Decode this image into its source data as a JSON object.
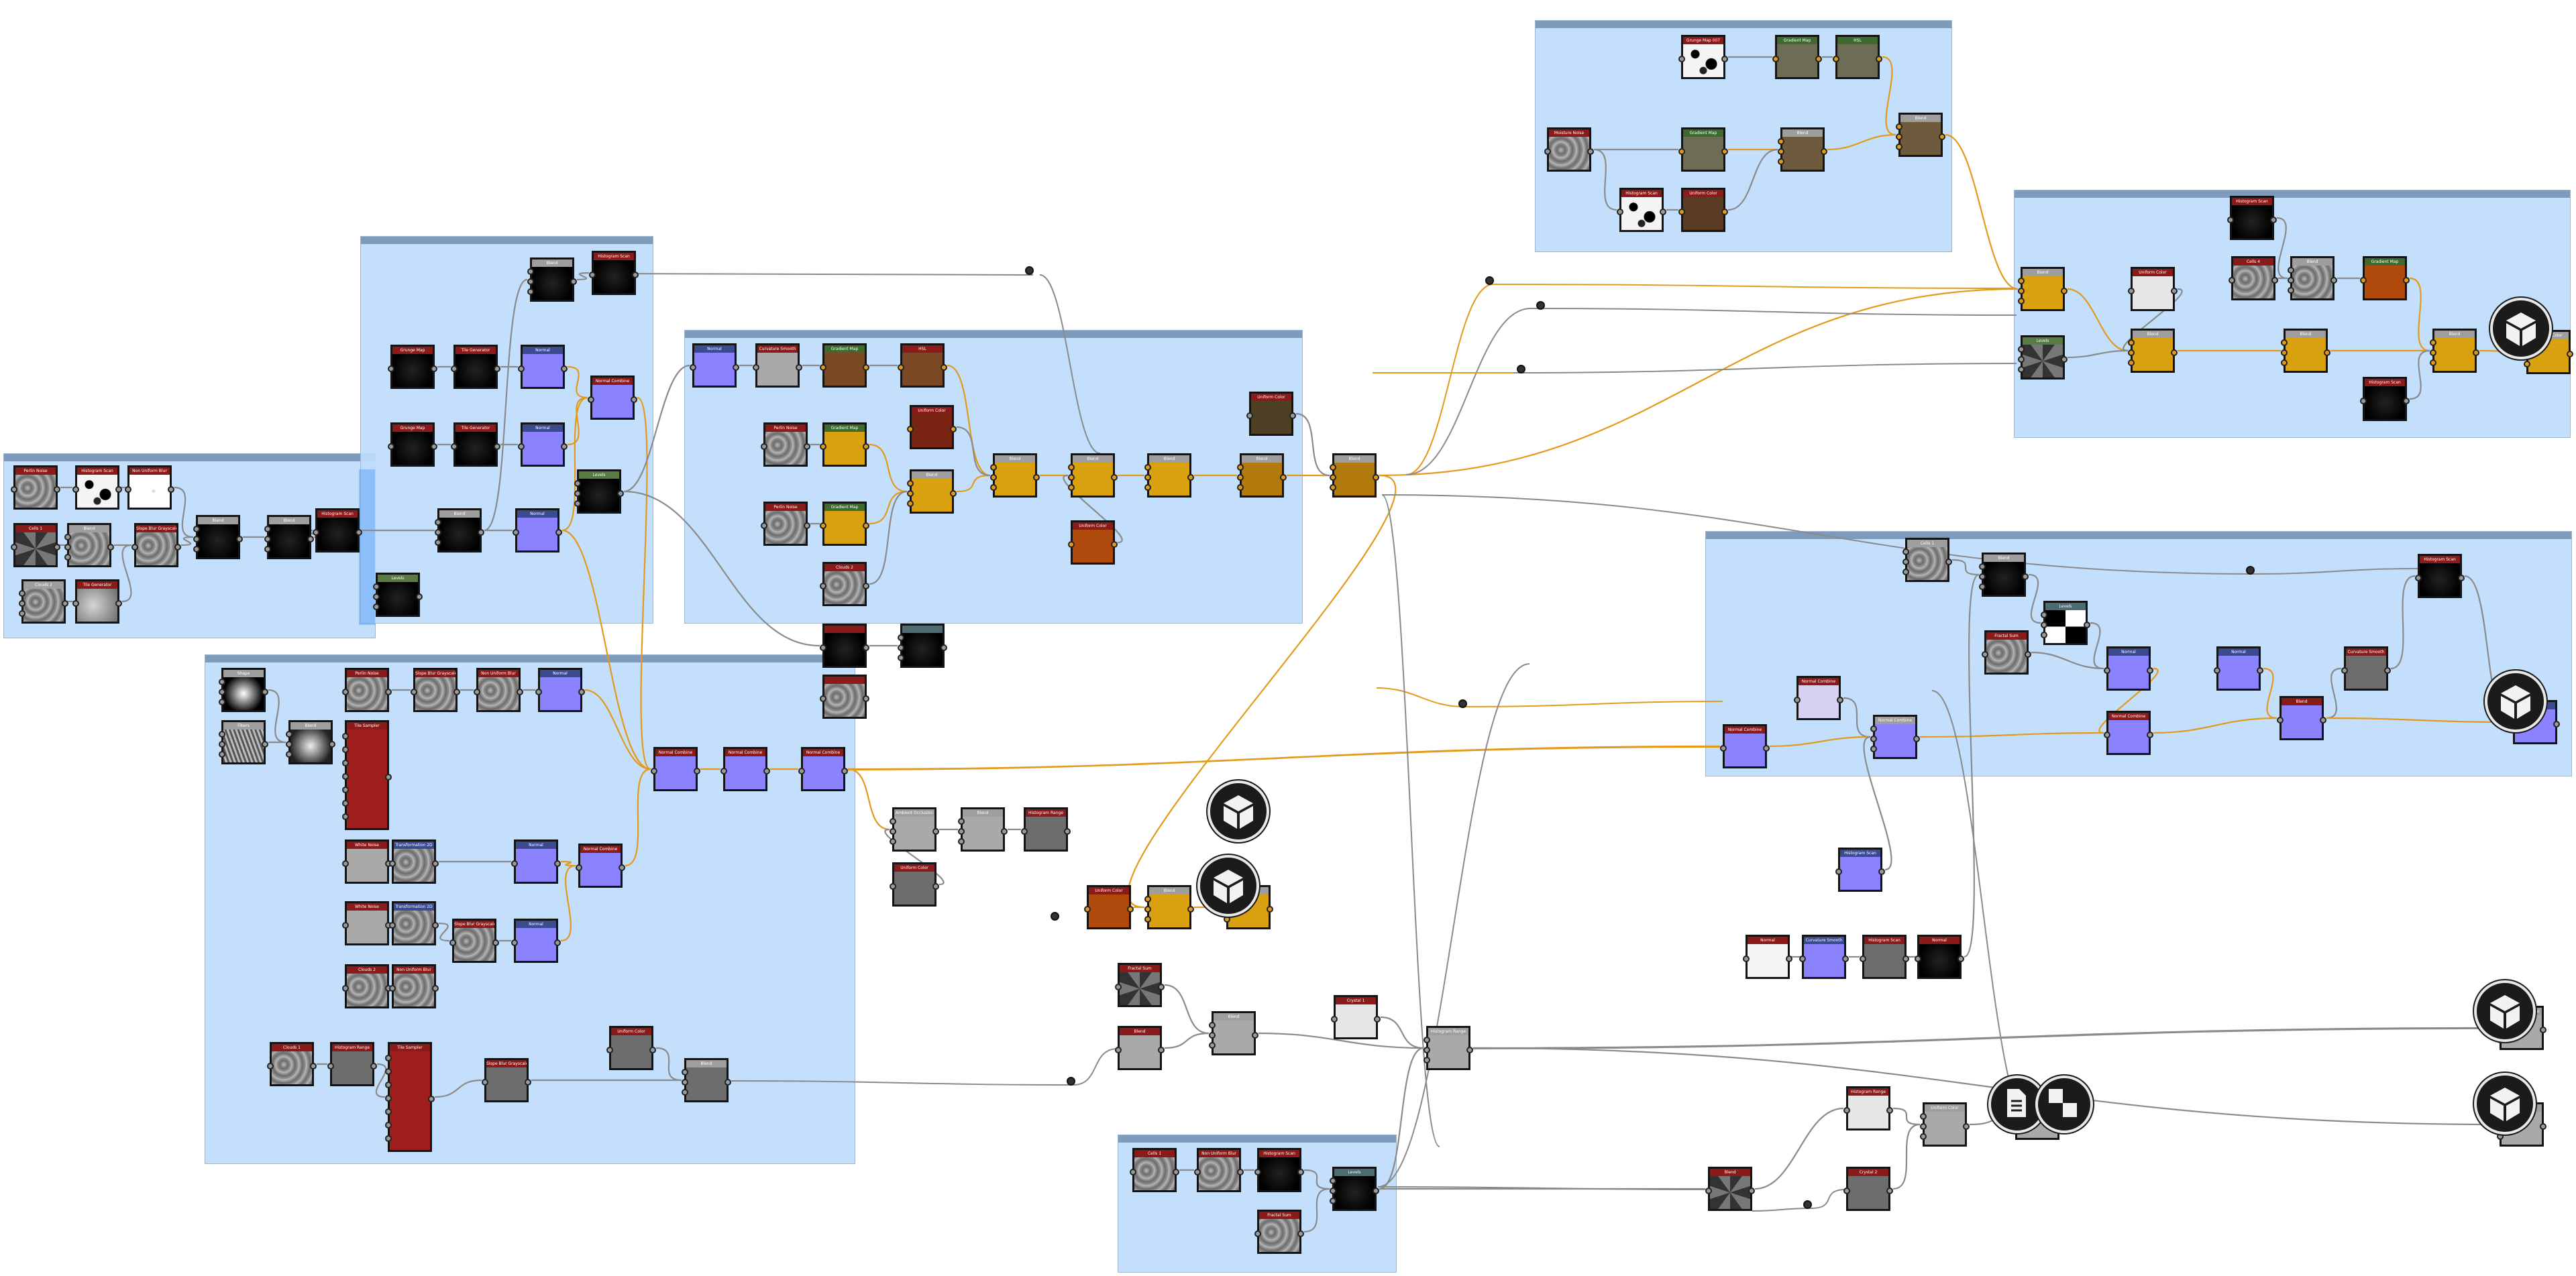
{
  "app": {
    "title": "Substance Designer graph"
  },
  "frames": [
    {
      "id": "f1",
      "title": ""
    },
    {
      "id": "f2",
      "title": ""
    },
    {
      "id": "f3",
      "title": ""
    },
    {
      "id": "f4",
      "title": ""
    },
    {
      "id": "f5",
      "title": ""
    },
    {
      "id": "f6",
      "title": ""
    },
    {
      "id": "f7",
      "title": ""
    },
    {
      "id": "f8",
      "title": ""
    }
  ],
  "nodes": {
    "a1": {
      "title": "Perlin Noise"
    },
    "a2": {
      "title": "Histogram Scan"
    },
    "a3": {
      "title": "Non Uniform Blur"
    },
    "a4": {
      "title": "Cells 1"
    },
    "a5": {
      "title": "Blend"
    },
    "a6": {
      "title": "Slope Blur Grayscale"
    },
    "a7": {
      "title": "Clouds 2"
    },
    "a8": {
      "title": "Tile Generator"
    },
    "a9": {
      "title": "Blend"
    },
    "a10": {
      "title": "Blend"
    },
    "a11": {
      "title": "Histogram Scan"
    },
    "a12": {
      "title": "Levels"
    },
    "b1": {
      "title": "Blend"
    },
    "b2": {
      "title": "Histogram Scan"
    },
    "b3": {
      "title": "Grunge Map"
    },
    "b4": {
      "title": "Tile Generator"
    },
    "b5": {
      "title": "Normal"
    },
    "b6": {
      "title": "Grunge Map"
    },
    "b7": {
      "title": "Tile Generator"
    },
    "b8": {
      "title": "Normal"
    },
    "b9": {
      "title": "Normal Combine"
    },
    "b10": {
      "title": "Blend"
    },
    "b11": {
      "title": "Normal"
    },
    "b12": {
      "title": "Levels"
    },
    "c1": {
      "title": "Normal"
    },
    "c2": {
      "title": "Curvature Smooth"
    },
    "c3": {
      "title": "Gradient Map"
    },
    "c4": {
      "title": "HSL"
    },
    "c5": {
      "title": "Uniform Color"
    },
    "c6": {
      "title": "Perlin Noise"
    },
    "c7": {
      "title": "Gradient Map"
    },
    "c8": {
      "title": "Blend"
    },
    "c9": {
      "title": "Perlin Noise"
    },
    "c10": {
      "title": "Gradient Map"
    },
    "c11": {
      "title": "Blend"
    },
    "c12": {
      "title": "Blend"
    },
    "c13": {
      "title": "Blend"
    },
    "c14": {
      "title": "Uniform Color"
    },
    "c15": {
      "title": "Clouds 2"
    },
    "c16": {
      "title": "Uniform Color"
    },
    "c17": {
      "title": "Blend"
    },
    "c18": {
      "title": "Blend"
    },
    "d1": {
      "title": "Shape"
    },
    "d2": {
      "title": "Fibers"
    },
    "d3": {
      "title": "Blend"
    },
    "d4": {
      "title": "Perlin Noise"
    },
    "d5": {
      "title": "Slope Blur Grayscale"
    },
    "d6": {
      "title": "Non Uniform Blur"
    },
    "d7": {
      "title": "Normal"
    },
    "d8": {
      "title": "Tile Sampler"
    },
    "d9": {
      "title": "White Noise"
    },
    "d10": {
      "title": "Transformation 2D"
    },
    "d11": {
      "title": "Normal"
    },
    "d12": {
      "title": "Normal Combine"
    },
    "d13": {
      "title": "White Noise"
    },
    "d14": {
      "title": "Transformation 2D"
    },
    "d15": {
      "title": "Slope Blur Grayscale"
    },
    "d16": {
      "title": "Normal"
    },
    "d17": {
      "title": "Clouds 2"
    },
    "d18": {
      "title": "Non Uniform Blur"
    },
    "d19": {
      "title": "Clouds 1"
    },
    "d20": {
      "title": "Histogram Range"
    },
    "d21": {
      "title": "Tile Sampler"
    },
    "d22": {
      "title": "Slope Blur Grayscale"
    },
    "d23": {
      "title": "Uniform Color"
    },
    "d24": {
      "title": "Blend"
    },
    "d25": {
      "title": "Normal Combine"
    },
    "d26": {
      "title": "Normal Combine"
    },
    "d27": {
      "title": "Normal Combine"
    },
    "e1": {
      "title": "Ambient Occlusion"
    },
    "e2": {
      "title": "Blend"
    },
    "e3": {
      "title": "Histogram Range"
    },
    "e4": {
      "title": "Uniform Color"
    },
    "e5": {
      "title": "Uniform Color"
    },
    "e6": {
      "title": "Blend"
    },
    "e7": {
      "title": "Blend"
    },
    "e8": {
      "title": "Fractal Sum"
    },
    "e9": {
      "title": "Blend"
    },
    "e10": {
      "title": "Blend"
    },
    "e11": {
      "title": "Crystal 1"
    },
    "e12": {
      "title": "Histogram Range"
    },
    "e13": {
      "title": "Blend"
    },
    "e14": {
      "title": "Uniform Color"
    },
    "e15": {
      "title": "Blend"
    },
    "e16": {
      "title": "Histogram Scan"
    },
    "e17": {
      "title": "Cells 4"
    },
    "e18": {
      "title": "Blend"
    },
    "e19": {
      "title": "Histogram Scan"
    },
    "e20": {
      "title": "Levels"
    },
    "f1n": {
      "title": "Cells 1"
    },
    "f2n": {
      "title": "Non Uniform Blur"
    },
    "f3n": {
      "title": "Histogram Scan"
    },
    "f4n": {
      "title": "Levels"
    },
    "f5n": {
      "title": "Fractal Sum"
    },
    "g1": {
      "title": "Grunge Map 007"
    },
    "g2": {
      "title": "Gradient Map"
    },
    "g3": {
      "title": "HSL"
    },
    "g4": {
      "title": "Moisture Noise"
    },
    "g5": {
      "title": "Gradient Map"
    },
    "g6": {
      "title": "Blend"
    },
    "g7": {
      "title": "Histogram Scan"
    },
    "g8": {
      "title": "Uniform Color"
    },
    "g9": {
      "title": "Blend"
    },
    "h1": {
      "title": "Histogram Scan"
    },
    "h2": {
      "title": "Cells 4"
    },
    "h3": {
      "title": "Blend"
    },
    "h4": {
      "title": "Gradient Map"
    },
    "h5": {
      "title": "Blend"
    },
    "h6": {
      "title": "Uniform Color"
    },
    "h7": {
      "title": "Levels"
    },
    "h8": {
      "title": "Blend"
    },
    "h9": {
      "title": "Blend"
    },
    "h10": {
      "title": "Blend"
    },
    "h11": {
      "title": "Histogram Scan"
    },
    "i1": {
      "title": "Cells 1"
    },
    "i2": {
      "title": "Blend"
    },
    "i3": {
      "title": "Levels"
    },
    "i4": {
      "title": "Fractal Sum"
    },
    "i5": {
      "title": "Normal"
    },
    "i6": {
      "title": "Normal"
    },
    "i7": {
      "title": "Curvature Smooth"
    },
    "i8": {
      "title": "Histogram Scan"
    },
    "i9": {
      "title": "Normal Combine"
    },
    "i10": {
      "title": "Normal Combine"
    },
    "i11": {
      "title": "Normal Combine"
    },
    "i12": {
      "title": "Normal Combine"
    },
    "i13": {
      "title": "Blend"
    },
    "i14": {
      "title": "Normal"
    },
    "i15": {
      "title": "Ambient Occlusion"
    },
    "j1": {
      "title": "Histogram Scan"
    },
    "j2": {
      "title": "Normal"
    },
    "j3": {
      "title": "Curvature Smooth"
    },
    "j4": {
      "title": "Histogram Scan"
    },
    "j5": {
      "title": "Normal"
    },
    "j6": {
      "title": "Histogram Range"
    },
    "j7": {
      "title": "Uniform Color"
    },
    "j8": {
      "title": "Blend"
    },
    "j9": {
      "title": "Crystal 2"
    },
    "j10": {
      "title": "Histogram Range"
    },
    "j11": {
      "title": "Blend"
    },
    "j12": {
      "title": "Blend"
    },
    "j13": {
      "title": "Uniform Color"
    }
  },
  "outputs": [
    {
      "id": "o1",
      "icon": "output-cube-icon"
    },
    {
      "id": "o2",
      "icon": "output-cube-icon"
    },
    {
      "id": "o3",
      "icon": "output-cube-icon"
    },
    {
      "id": "o4",
      "icon": "output-cube-icon"
    },
    {
      "id": "o5",
      "icon": "output-cube-icon"
    },
    {
      "id": "o6",
      "icon": "output-cube-icon"
    }
  ],
  "colors": {
    "canvas_bg": "#ffffff",
    "frame_fill": "#bedcfc",
    "frame_bar": "#7e9bbd",
    "header_generator": "#8b1a1a",
    "header_filter": "#9e9e9e",
    "header_color": "#3d6b2e",
    "header_normal": "#3b4b90",
    "wire_gray": "#8a8a8a",
    "wire_color": "#e39a1b",
    "normal_node": "#8a82ff",
    "color_node": "#b27a0c"
  }
}
